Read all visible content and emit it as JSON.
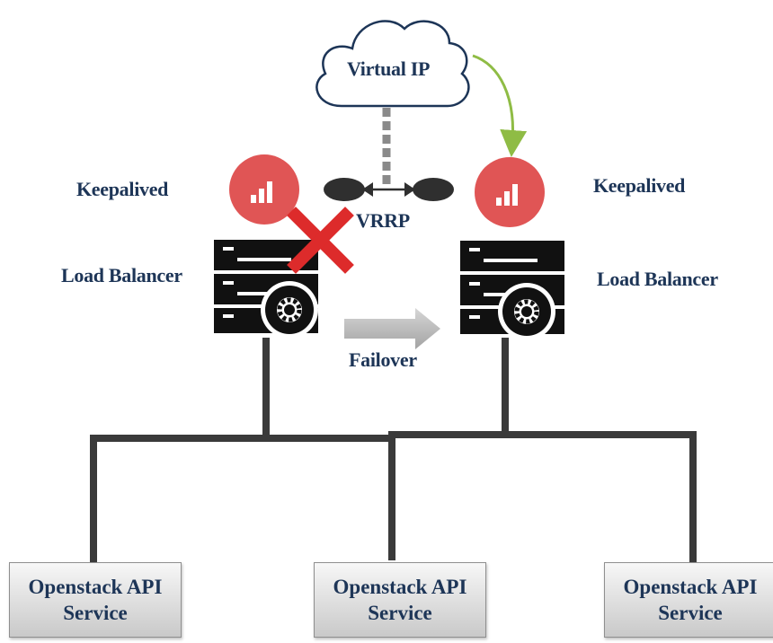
{
  "cloud": {
    "label": "Virtual IP"
  },
  "left_node": {
    "keepalived_label": "Keepalived",
    "lb_label": "Load Balancer",
    "status": "failed"
  },
  "right_node": {
    "keepalived_label": "Keepalived",
    "lb_label": "Load Balancer",
    "status": "active"
  },
  "vrrp_label": "VRRP",
  "failover_label": "Failover",
  "services": [
    {
      "line1": "Openstack API",
      "line2": "Service"
    },
    {
      "line1": "Openstack API",
      "line2": "Service"
    },
    {
      "line1": "Openstack API",
      "line2": "Service"
    }
  ],
  "colors": {
    "keepalived": "#e05555",
    "fail_x": "#dd2b2b",
    "vip_arrow": "#8fbc45",
    "text": "#1d3557",
    "failover_arrow": "#b5b5b5"
  }
}
